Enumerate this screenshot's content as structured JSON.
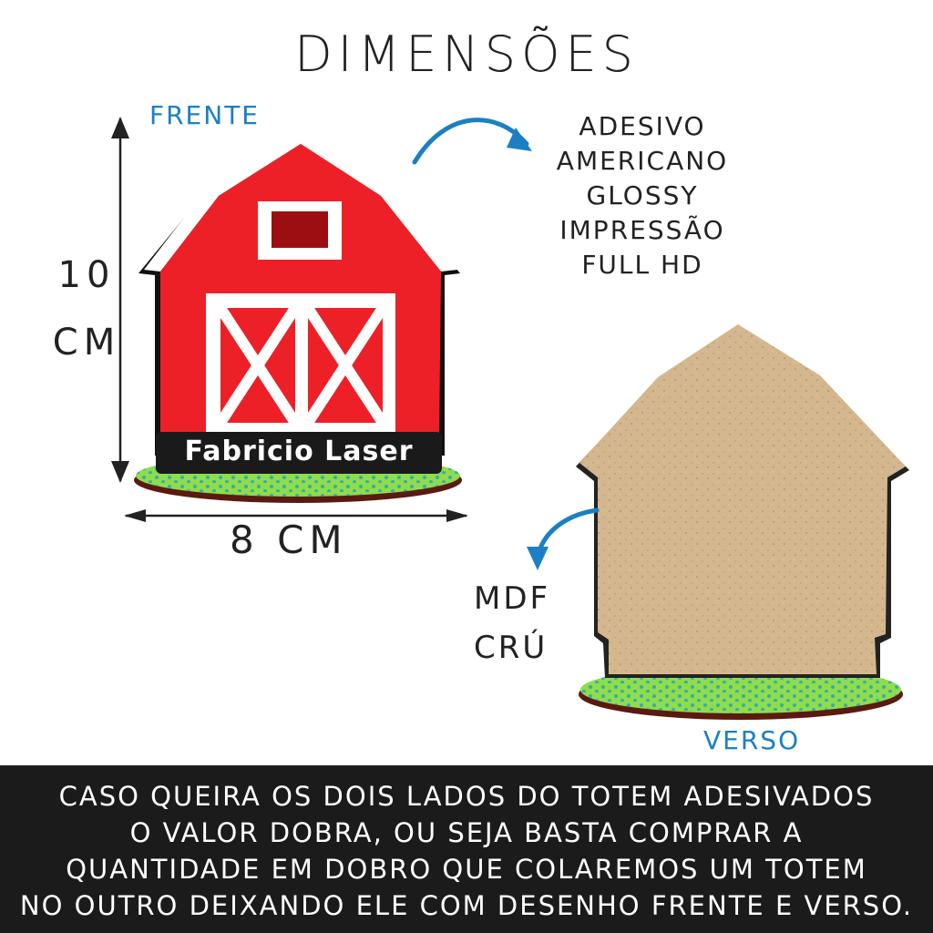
{
  "title": "DIMENSÕES",
  "front_label": "FRENTE",
  "back_label": "VERSO",
  "features": [
    "ADESIVO",
    "AMERICANO",
    "GLOSSY",
    "IMPRESSÃO",
    "FULL HD"
  ],
  "height_value": "10",
  "height_unit": "CM",
  "width_label": "8 CM",
  "back_material": [
    "MDF",
    "CRÚ"
  ],
  "brand_plate": "Fabricio Laser",
  "footer_lines": [
    "CASO QUEIRA OS DOIS LADOS DO TOTEM ADESIVADOS",
    "O VALOR DOBRA, OU SEJA BASTA COMPRAR A",
    "QUANTIDADE EM DOBRO QUE COLAREMOS UM TOTEM",
    "NO OUTRO DEIXANDO ELE COM DESENHO FRENTE E VERSO."
  ],
  "colors": {
    "barn_red": "#ee2027",
    "grass_green": "#8fdc4c",
    "mdf_tan": "#d2b48c",
    "accent_blue": "#1b7fc4",
    "footer_bg": "#1b1b1b"
  }
}
